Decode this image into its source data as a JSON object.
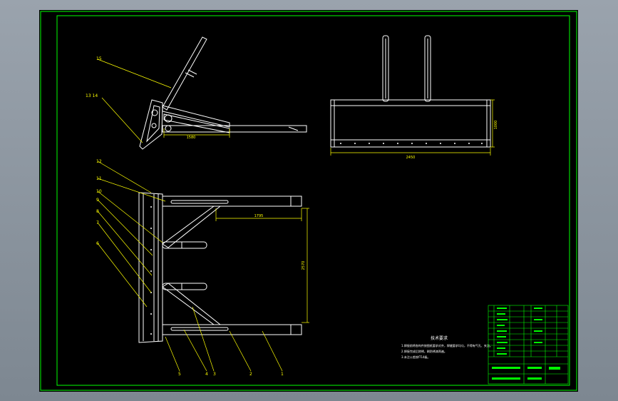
{
  "colors": {
    "background": "#000000",
    "frame": "#00ff00",
    "outline": "#ffffff",
    "leader": "#ffff00",
    "dimension": "#ffff00",
    "hatch": "#ff0000",
    "chrome": "#8a939c"
  },
  "dimensions": {
    "side_length": "1580",
    "top_length": "1795",
    "top_height": "2570",
    "front_width": "2450",
    "front_height": "1000"
  },
  "callouts": {
    "c15": "15",
    "c13_14": "13  14",
    "c12": "12",
    "c11": "11",
    "c10": "10",
    "c9": "9",
    "c8": "8",
    "c7": "7",
    "c6": "6",
    "c5": "5",
    "c4": "4",
    "c3": "3",
    "c2": "2",
    "c1": "1"
  },
  "notes": {
    "title": "技术要求",
    "line1": "1.焊接前将各构件按图纸要求对齐，焊缝要求均匀，不得有气孔、夹渣。",
    "line2": "2.焊接完成后除锈，刷防锈漆两遍。",
    "line3": "3.未注公差按IT14级。"
  }
}
